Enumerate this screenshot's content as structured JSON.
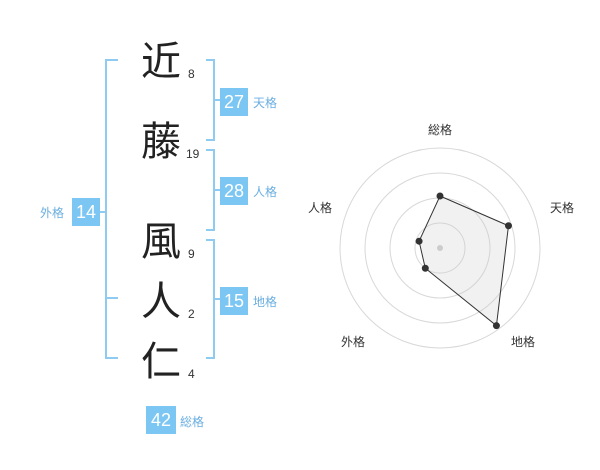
{
  "colors": {
    "accent": "#7cc6f4",
    "bracket": "#8fcaf0",
    "label_text": "#6aaee0"
  },
  "name": {
    "characters": [
      {
        "char": "近",
        "strokes": "8"
      },
      {
        "char": "藤",
        "strokes": "19"
      },
      {
        "char": "風",
        "strokes": "9"
      },
      {
        "char": "人",
        "strokes": "2"
      },
      {
        "char": "仁",
        "strokes": "4"
      }
    ]
  },
  "kakusu": {
    "tenkaku": {
      "value": "27",
      "label": "天格"
    },
    "jinkaku": {
      "value": "28",
      "label": "人格"
    },
    "chikaku": {
      "value": "15",
      "label": "地格"
    },
    "gaikaku": {
      "value": "14",
      "label": "外格"
    },
    "soukaku": {
      "value": "42",
      "label": "総格"
    }
  },
  "radar": {
    "axes": [
      "総格",
      "天格",
      "地格",
      "外格",
      "人格"
    ],
    "levels": 4,
    "values": [
      0.52,
      0.72,
      0.96,
      0.25,
      0.22
    ]
  }
}
